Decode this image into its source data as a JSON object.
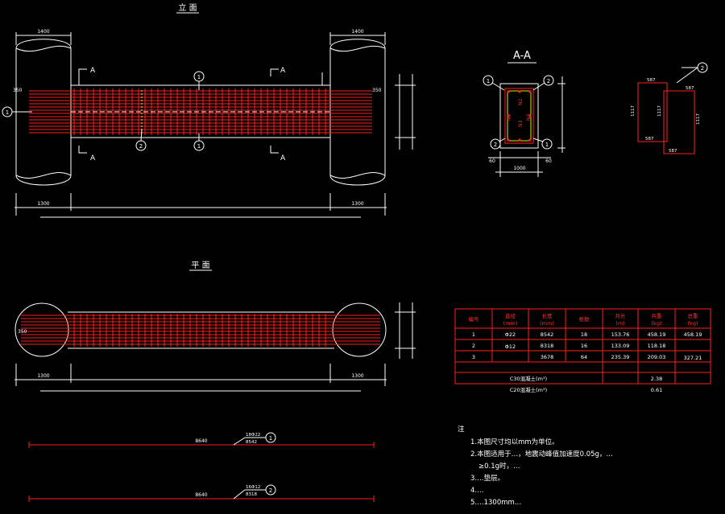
{
  "views": {
    "elevation_title": "立 面",
    "plan_title": "平 面",
    "section_title": "A-A",
    "section_mark": "A"
  },
  "elevation": {
    "dim_left_top": "1400",
    "dim_right_top": "1400",
    "dim_left_bottom": "1300",
    "dim_right_bottom": "1300",
    "dim_350_left": "350",
    "dim_350_right": "350",
    "callouts": [
      "1",
      "2",
      "1",
      "1"
    ]
  },
  "plan": {
    "dim_left_bottom": "1300",
    "dim_right_bottom": "1300",
    "dim_350": "350"
  },
  "section": {
    "bar_labels": [
      "N1",
      "N2",
      "N3",
      "N3"
    ],
    "dim_width": "1000",
    "dim_60_left": "60",
    "dim_60_right": "60",
    "callouts": [
      "1",
      "2",
      "2",
      "1"
    ]
  },
  "stirrup": {
    "dims": [
      "587",
      "587",
      "587",
      "587",
      "1117",
      "1117",
      "1117"
    ],
    "callout": "2"
  },
  "table": {
    "headers": [
      "编号",
      "直径\n(mm)",
      "长度\n(mm)",
      "根数",
      "共长\n(m)",
      "共重\n(kg)",
      "总重\n(kg)"
    ],
    "rows": [
      [
        "1",
        "Φ22",
        "8542",
        "18",
        "153.76",
        "458.19",
        "458.19"
      ],
      [
        "2",
        "Φ12",
        "8318",
        "16",
        "133.09",
        "118.18",
        "327.21"
      ],
      [
        "3",
        "",
        "3678",
        "64",
        "235.39",
        "209.03",
        ""
      ]
    ],
    "footer_rows": [
      {
        "label": "C30混凝土(m³)",
        "value": "2.38"
      },
      {
        "label": "C20混凝土(m³)",
        "value": "0.61"
      }
    ]
  },
  "bars": [
    {
      "len": "8640",
      "spec": "18Φ22",
      "length": "8542",
      "id": "1"
    },
    {
      "len": "8640",
      "spec": "16Φ12",
      "length": "8318",
      "id": "2"
    }
  ],
  "notes": {
    "title": "注",
    "lines": [
      "1.本图尺寸均以mm为单位。",
      "2.本图适用于…，地震动峰值加速度0.05g，…",
      "≥0.1g时，…",
      "3.…垫层。",
      "4.…",
      "5.…1300mm…"
    ]
  }
}
